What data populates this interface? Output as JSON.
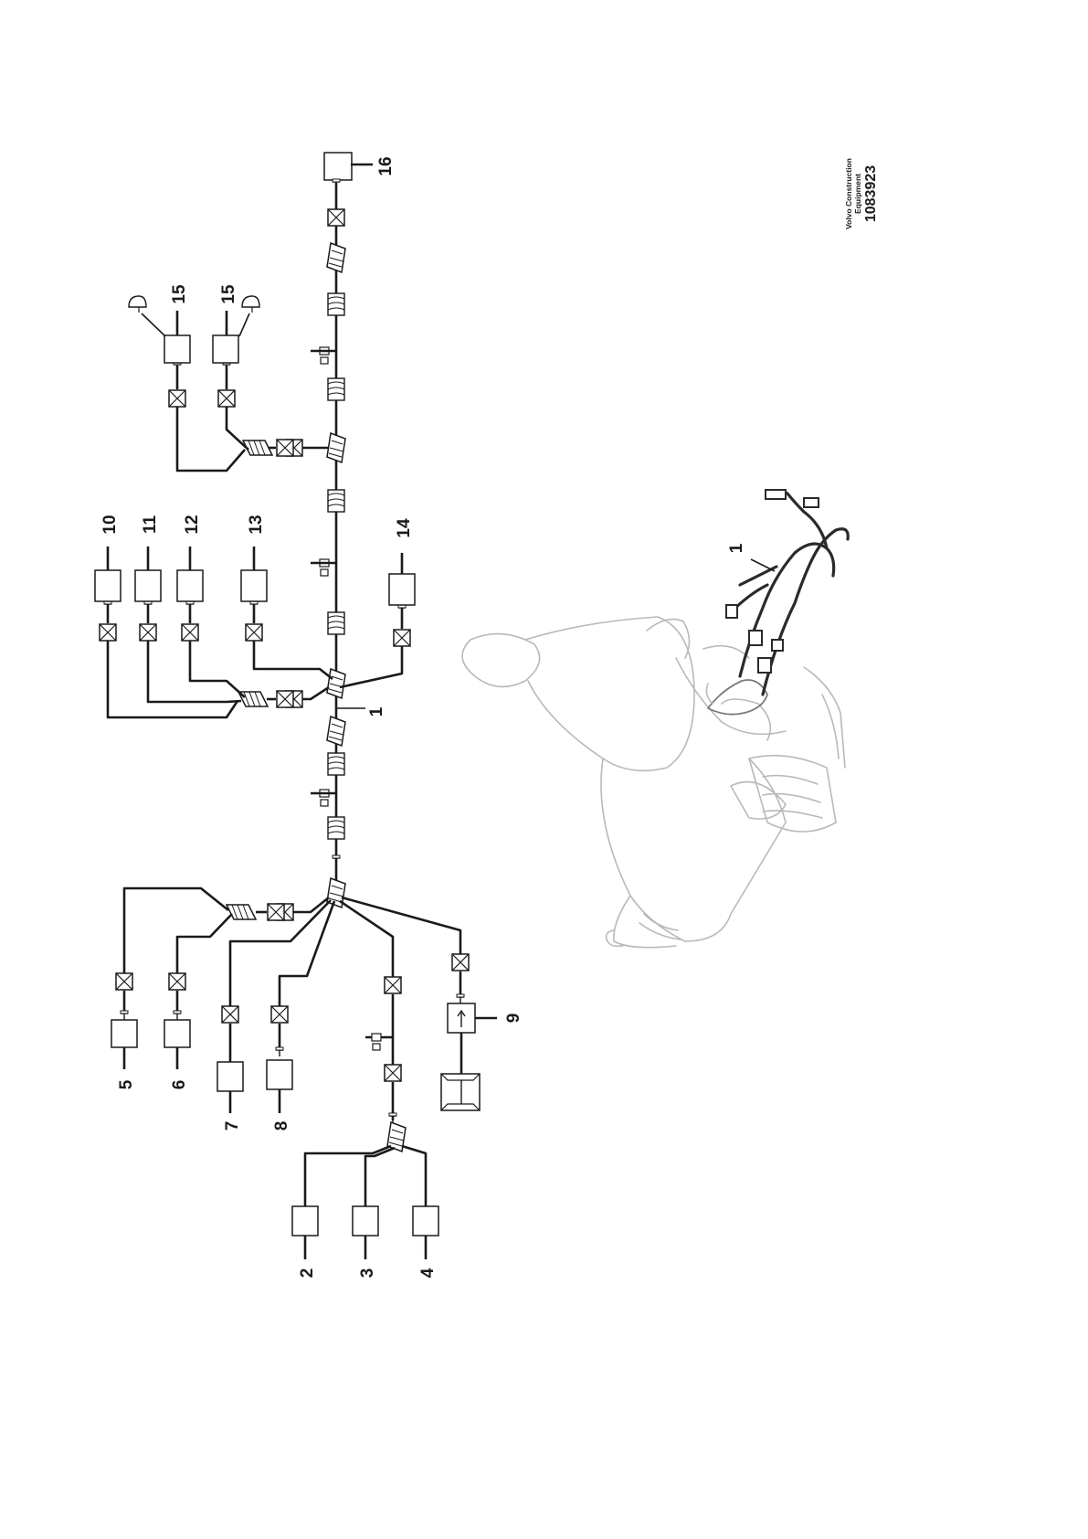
{
  "figure": {
    "brand_line1": "Volvo Construction",
    "brand_line2": "Equipment",
    "part_number": "1083923"
  },
  "callouts": {
    "c1": "1",
    "c1_sketch": "1",
    "c2": "2",
    "c3": "3",
    "c4": "4",
    "c5": "5",
    "c6": "6",
    "c7": "7",
    "c8": "8",
    "c9": "9",
    "c10": "10",
    "c11": "11",
    "c12": "12",
    "c13": "13",
    "c14": "14",
    "c15a": "15",
    "c15b": "15",
    "c16": "16"
  }
}
